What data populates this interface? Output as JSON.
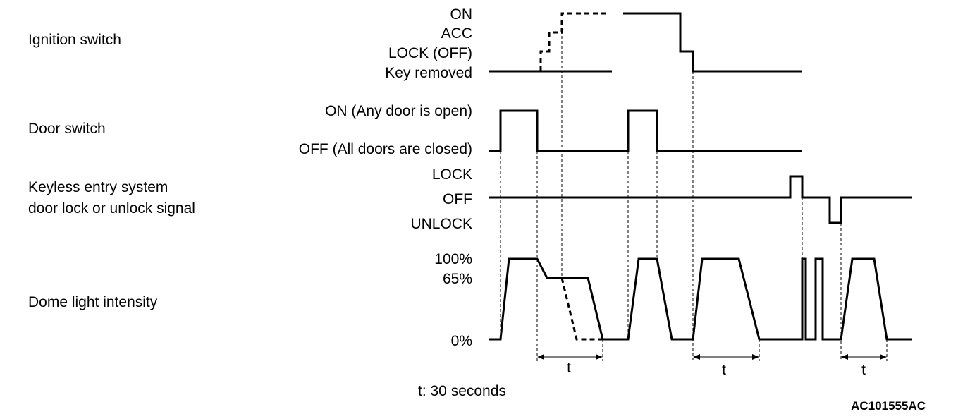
{
  "signals": {
    "ignition_switch": {
      "label": "Ignition switch",
      "levels": {
        "on": "ON",
        "acc": "ACC",
        "lock": "LOCK (OFF)",
        "key_removed": "Key removed"
      }
    },
    "door_switch": {
      "label": "Door switch",
      "levels": {
        "on": "ON (Any door is open)",
        "off": "OFF (All doors are closed)"
      }
    },
    "keyless_entry": {
      "label_line1": "Keyless entry system",
      "label_line2": "door lock or unlock signal",
      "levels": {
        "lock": "LOCK",
        "off": "OFF",
        "unlock": "UNLOCK"
      }
    },
    "dome_light": {
      "label": "Dome light intensity",
      "levels": {
        "p100": "100%",
        "p65": "65%",
        "p0": "0%"
      }
    }
  },
  "intervals": {
    "symbol": "t",
    "legend": "t: 30 seconds"
  },
  "figure_code": "AC101555AC"
}
